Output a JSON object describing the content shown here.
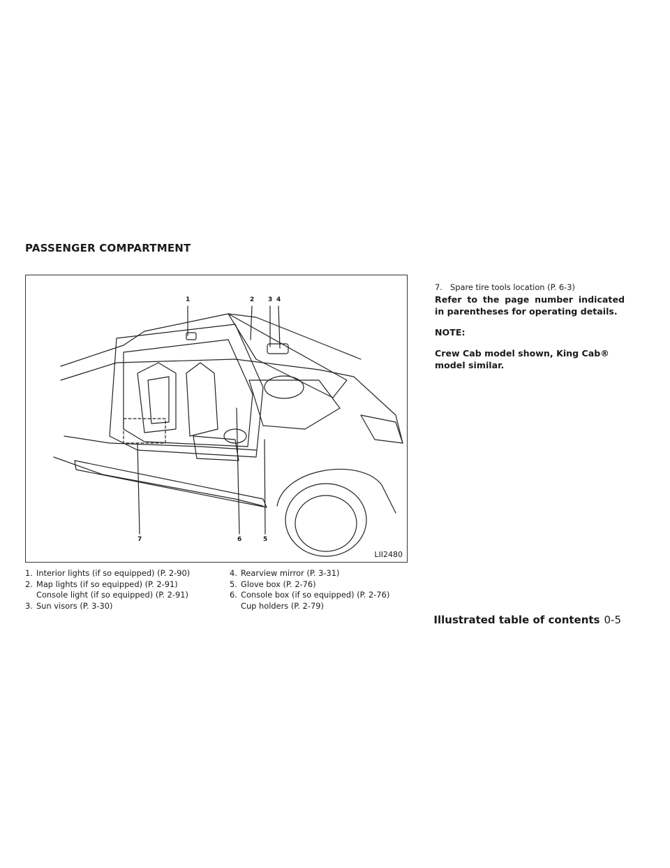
{
  "section_title": "PASSENGER COMPARTMENT",
  "figure": {
    "code": "LII2480",
    "callouts": [
      "1",
      "2",
      "3",
      "4",
      "7",
      "6",
      "5"
    ]
  },
  "legend_left": [
    {
      "num": "1.",
      "text": "Interior lights (if so equipped) (P. 2-90)"
    },
    {
      "num": "2.",
      "text": "Map lights (if so equipped) (P. 2-91)",
      "cont": "Console light (if so equipped) (P. 2-91)"
    },
    {
      "num": "3.",
      "text": "Sun visors (P. 3-30)"
    }
  ],
  "legend_mid": [
    {
      "num": "4.",
      "text": "Rearview mirror (P. 3-31)"
    },
    {
      "num": "5.",
      "text": "Glove box (P. 2-76)"
    },
    {
      "num": "6.",
      "text": "Console box (if so equipped) (P. 2-76)",
      "cont": "Cup holders (P. 2-79)"
    }
  ],
  "item7": {
    "num": "7.",
    "text": "Spare tire tools location (P. 6-3)"
  },
  "instruction": "Refer to the page number indicated in parentheses for operating details.",
  "note_heading": "NOTE:",
  "note_text": "Crew Cab model shown, King Cab® model similar.",
  "footer": {
    "label": "Illustrated table of contents",
    "page": "0-5"
  }
}
